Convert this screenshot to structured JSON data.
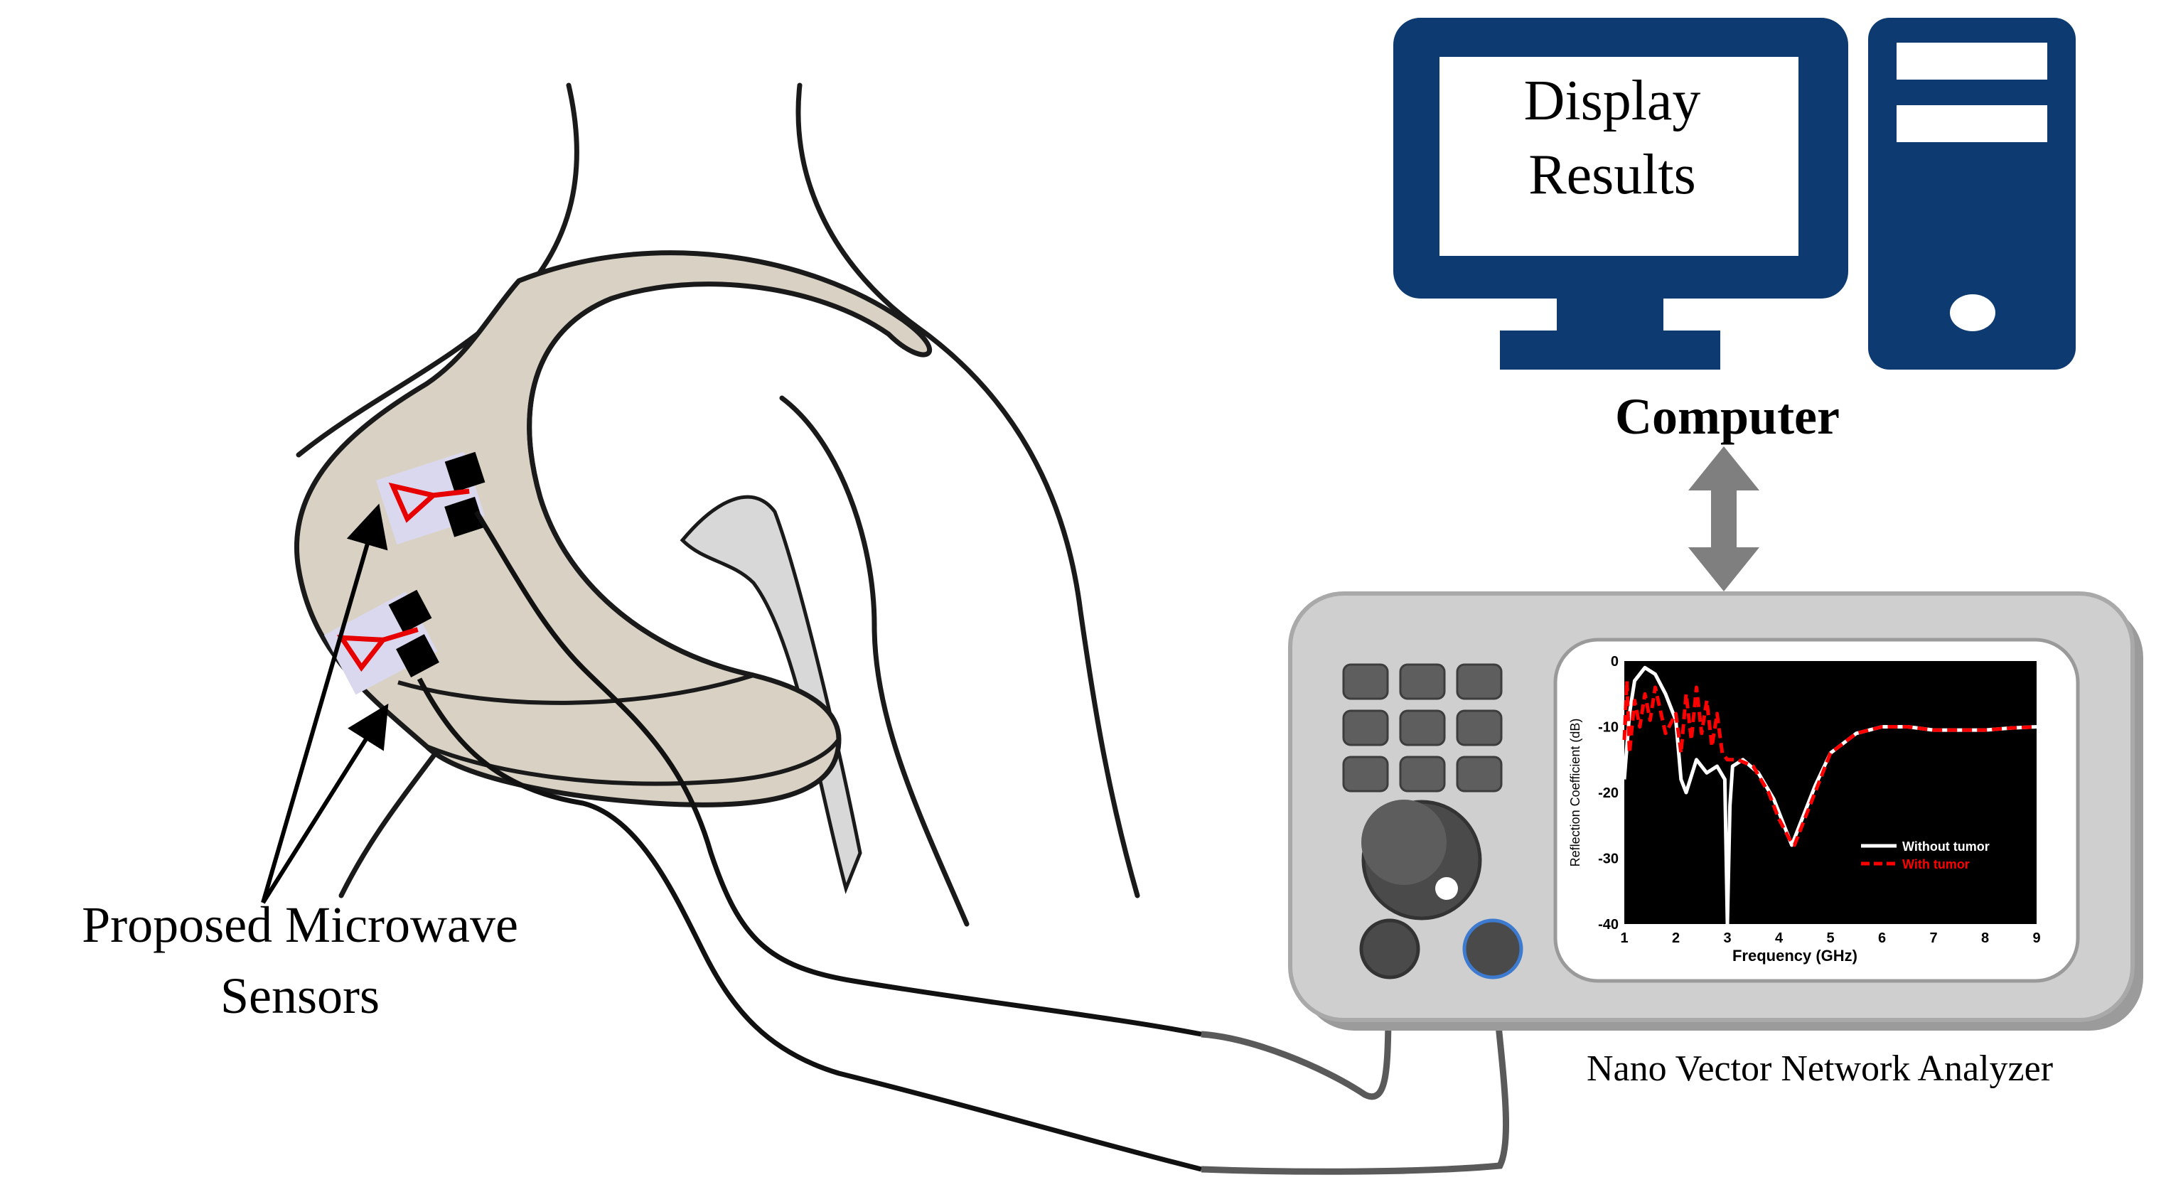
{
  "computer": {
    "screen_text_line1": "Display",
    "screen_text_line2": "Results",
    "label": "Computer",
    "color": "#0d3a70"
  },
  "analyzer": {
    "label": "Nano Vector Network Analyzer",
    "body_color": "#cfcfcf"
  },
  "sensors": {
    "label_line1": "Proposed Microwave",
    "label_line2": "Sensors",
    "patch_color": "#d9d8ee",
    "antenna_color": "#e60000"
  },
  "breast": {
    "fill_color": "#d9d2c4"
  },
  "arrow_color": "#7f7f7f",
  "chart_data": {
    "type": "line",
    "xlabel": "Frequency (GHz)",
    "ylabel": "Reflection Coefficient (dB)",
    "xlim": [
      1,
      9
    ],
    "ylim": [
      -40,
      0
    ],
    "x_ticks": [
      "1",
      "2",
      "3",
      "4",
      "5",
      "6",
      "7",
      "8",
      "9"
    ],
    "y_ticks": [
      "0",
      "-10",
      "-20",
      "-30",
      "-40"
    ],
    "legend_position": "right",
    "series": [
      {
        "name": "Without tumor",
        "color": "#ffffff",
        "x": [
          1.0,
          1.1,
          1.2,
          1.4,
          1.6,
          1.8,
          2.0,
          2.1,
          2.2,
          2.4,
          2.6,
          2.8,
          2.95,
          3.0,
          3.05,
          3.1,
          3.3,
          3.6,
          3.9,
          4.1,
          4.25,
          4.4,
          4.7,
          5.0,
          5.5,
          6.0,
          6.5,
          7.0,
          7.5,
          8.0,
          8.5,
          9.0
        ],
        "values": [
          -18,
          -8,
          -3,
          -1,
          -2,
          -5,
          -9,
          -18,
          -20,
          -15,
          -17,
          -16,
          -18,
          -40,
          -22,
          -16,
          -15,
          -17,
          -21,
          -25,
          -28,
          -25,
          -19,
          -14,
          -11,
          -10,
          -10,
          -10.5,
          -10.5,
          -10.5,
          -10.2,
          -10
        ]
      },
      {
        "name": "With tumor",
        "color": "#ff0000",
        "x": [
          1.0,
          1.05,
          1.1,
          1.2,
          1.3,
          1.4,
          1.5,
          1.6,
          1.8,
          2.0,
          2.1,
          2.2,
          2.3,
          2.4,
          2.5,
          2.6,
          2.7,
          2.8,
          2.9,
          3.0,
          3.2,
          3.5,
          3.8,
          4.0,
          4.2,
          4.3,
          4.5,
          4.8,
          5.0,
          5.5,
          6.0,
          6.5,
          7.0,
          7.5,
          8.0,
          8.5,
          9.0
        ],
        "values": [
          -12,
          -3,
          -14,
          -6,
          -10,
          -5,
          -9,
          -4,
          -11,
          -8,
          -14,
          -5,
          -12,
          -4,
          -11,
          -6,
          -13,
          -8,
          -14,
          -15,
          -15,
          -16,
          -20,
          -24,
          -27,
          -28,
          -24,
          -18,
          -14,
          -11,
          -10,
          -10,
          -10.5,
          -10.5,
          -10.5,
          -10.2,
          -10
        ]
      }
    ]
  }
}
